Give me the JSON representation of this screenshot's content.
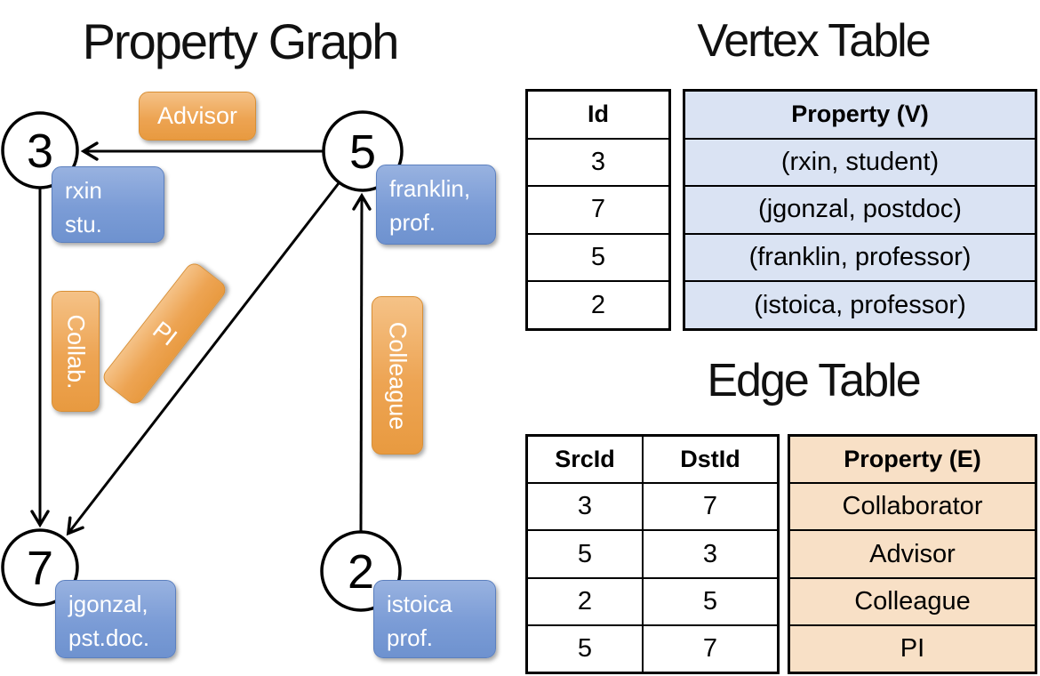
{
  "graph": {
    "title": "Property Graph",
    "nodes": {
      "n3": {
        "id": "3",
        "line1": "rxin",
        "line2": "stu."
      },
      "n5": {
        "id": "5",
        "line1": "franklin,",
        "line2": "prof."
      },
      "n7": {
        "id": "7",
        "line1": "jgonzal,",
        "line2": "pst.doc."
      },
      "n2": {
        "id": "2",
        "line1": "istoica",
        "line2": "prof."
      }
    },
    "edge_labels": {
      "advisor": "Advisor",
      "collab": "Collab.",
      "pi": "PI",
      "colleague": "Colleague"
    }
  },
  "vertex_table": {
    "title": "Vertex Table",
    "columns": [
      "Id",
      "Property (V)"
    ],
    "rows": [
      [
        "3",
        "(rxin, student)"
      ],
      [
        "7",
        "(jgonzal, postdoc)"
      ],
      [
        "5",
        "(franklin, professor)"
      ],
      [
        "2",
        "(istoica, professor)"
      ]
    ]
  },
  "edge_table": {
    "title": "Edge Table",
    "columns": [
      "SrcId",
      "DstId",
      "Property (E)"
    ],
    "rows": [
      [
        "3",
        "7",
        "Collaborator"
      ],
      [
        "5",
        "3",
        "Advisor"
      ],
      [
        "2",
        "5",
        "Colleague"
      ],
      [
        "5",
        "7",
        "PI"
      ]
    ]
  },
  "colors": {
    "edge_label_orange_top": "#f5c287",
    "edge_label_orange_bottom": "#e89a40",
    "vertex_label_blue_top": "#98b2e0",
    "vertex_label_blue_bottom": "#6e92cf",
    "vertex_table_fill": "#dae3f3",
    "edge_table_fill": "#f8e0c6",
    "stroke": "#000000"
  }
}
